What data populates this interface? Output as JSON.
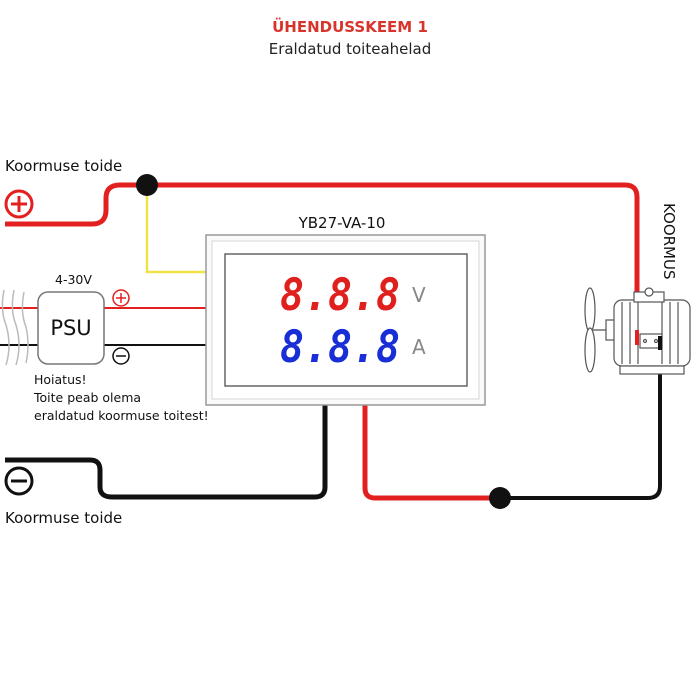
{
  "header": {
    "title": "ÜHENDUSSKEEM 1",
    "subtitle": "Eraldatud toiteahelad"
  },
  "load_supply": {
    "positive_label": "Koormuse toide",
    "negative_label": "Koormuse toide"
  },
  "psu": {
    "voltage_label": "4-30V",
    "name": "PSU",
    "warning_lines": [
      "Hoiatus!",
      "Toite peab olema",
      "eraldatud koormuse toitest!"
    ]
  },
  "meter": {
    "model": "YB27-VA-10",
    "voltage_display": "8.8.8",
    "voltage_unit": "V",
    "current_display": "8.8.8",
    "current_unit": "A"
  },
  "load": {
    "label": "KOORMUS"
  },
  "colors": {
    "title_red": "#d9342b",
    "wire_red": "#e32020",
    "wire_black": "#111111",
    "wire_yellow": "#f2e24a",
    "digit_red": "#e0201c",
    "digit_blue": "#1a2ed8",
    "unit_gray": "#888888"
  }
}
